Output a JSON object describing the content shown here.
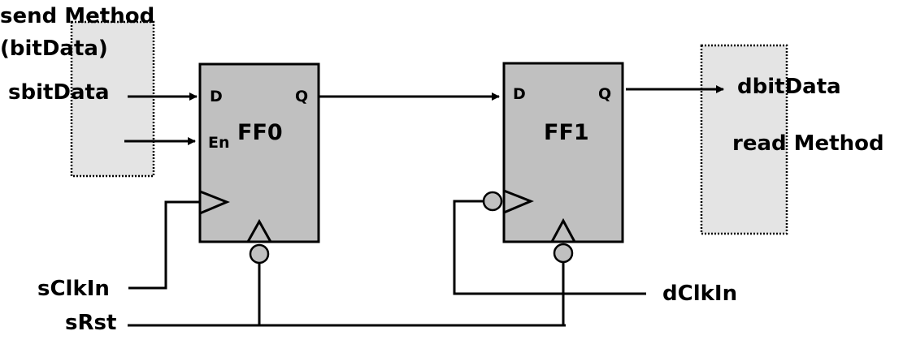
{
  "send_method": {
    "line1": "send Method",
    "line2": "(bitData)"
  },
  "read_method": {
    "label": "read Method"
  },
  "signals": {
    "sbitData": "sbitData",
    "dbitData": "dbitData",
    "sClkIn": "sClkIn",
    "sRst": "sRst",
    "dClkIn": "dClkIn"
  },
  "ff0": {
    "name": "FF0",
    "d": "D",
    "q": "Q",
    "en": "En"
  },
  "ff1": {
    "name": "FF1",
    "d": "D",
    "q": "Q"
  }
}
